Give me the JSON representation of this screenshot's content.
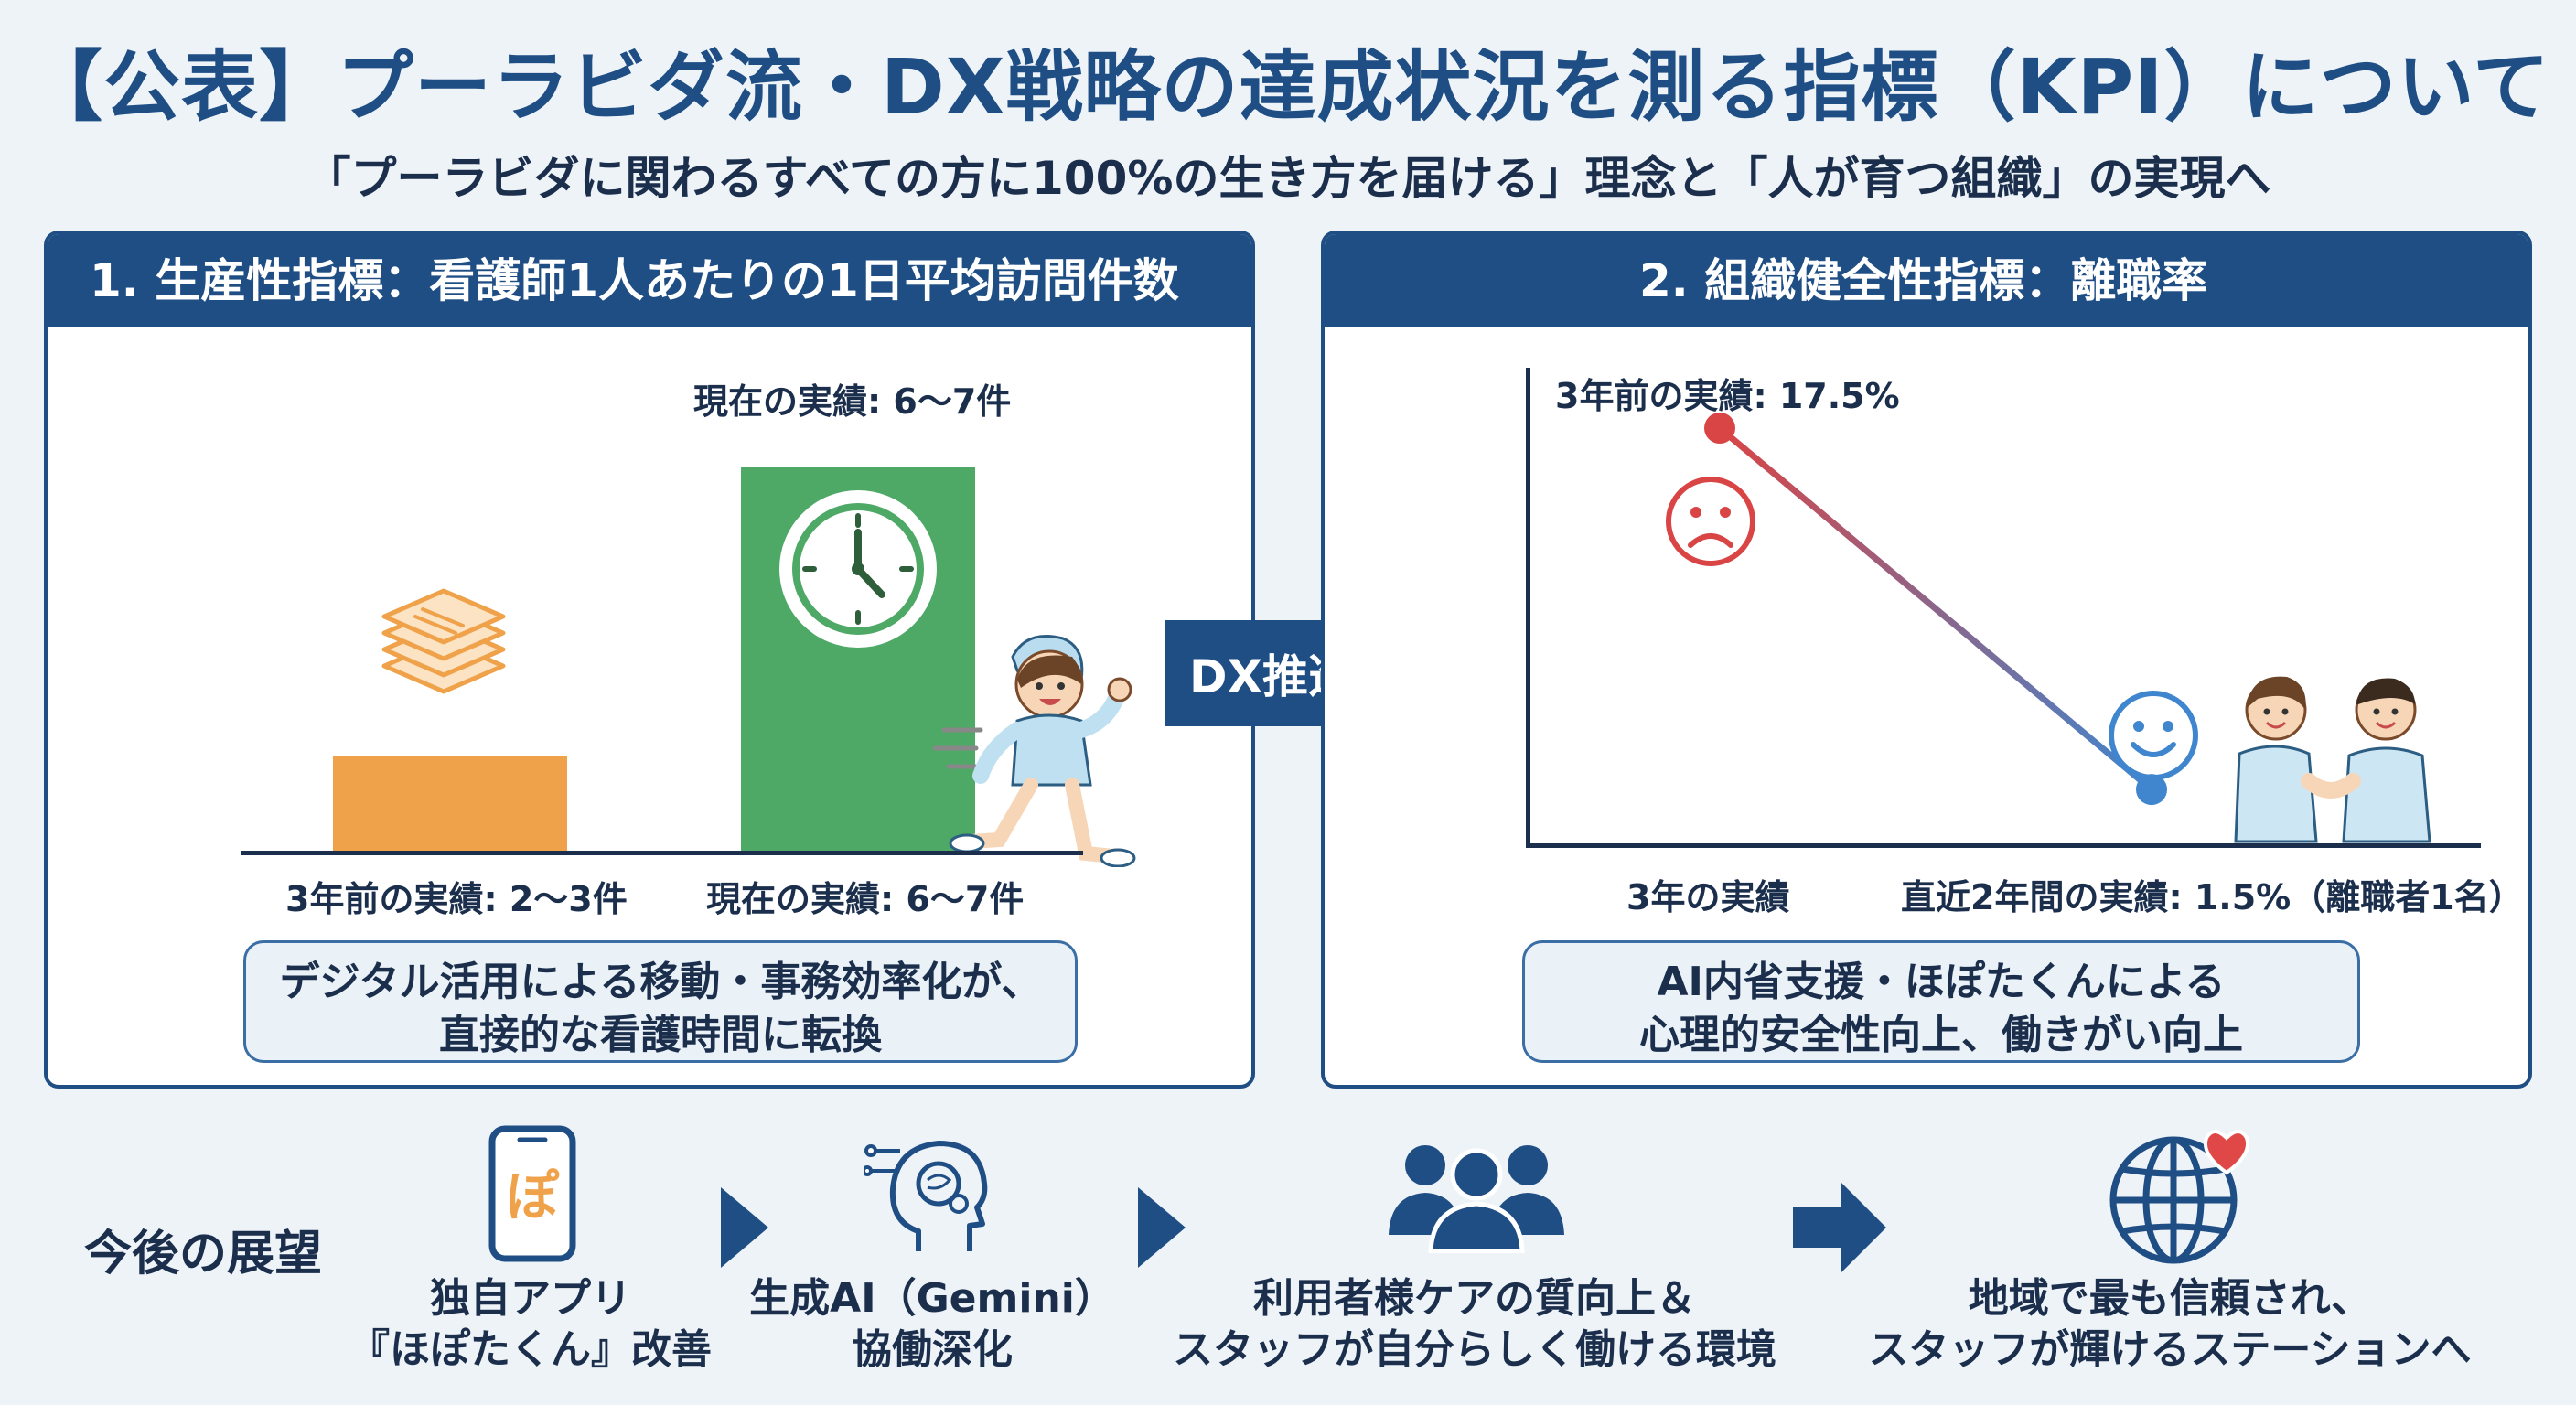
{
  "header": {
    "title": "【公表】プーラビダ流・DX戦略の達成状況を測る指標（KPI）について",
    "subtitle": "「プーラビダに関わるすべての方に100%の生き方を届ける」理念と「人が育つ組織」の実現へ"
  },
  "productivity": {
    "title": "1. 生産性指標：看護師1人あたりの1日平均訪問件数",
    "current_top_label": "現在の実績: 6〜7件",
    "past_label": "3年前の実績: 2〜3件",
    "current_label": "現在の実績: 6〜7件",
    "note_line1": "デジタル活用による移動・事務効率化が、",
    "note_line2": "直接的な看護時間に転換",
    "past_value": 2.5,
    "current_value": 6.5,
    "colors": {
      "past_bar": "#f0a24a",
      "current_bar": "#4ea866"
    },
    "icons": [
      "document-stack-icon",
      "clock-icon",
      "running-nurse-icon"
    ]
  },
  "dx": {
    "label": "DX推進"
  },
  "retention": {
    "title": "2. 組織健全性指標：離職率",
    "start_label": "3年前の実績: 17.5%",
    "x_label_start": "3年の実績",
    "x_label_end": "直近2年間の実績: 1.5%（離職者1名）",
    "note_line1": "AI内省支援・ほぽたくんによる",
    "note_line2": "心理的安全性向上、働きがい向上",
    "start_value": 17.5,
    "end_value": 1.5,
    "colors": {
      "start": "#d94545",
      "end": "#3f86cf"
    },
    "icons": [
      "sad-face-icon",
      "smile-face-icon",
      "handshake-staff-icon"
    ]
  },
  "outlook": {
    "title": "今後の展望",
    "steps": [
      {
        "icon": "smartphone-app-icon",
        "app_char": "ぽ",
        "line1": "独自アプリ",
        "line2": "『ほぽたくん』改善"
      },
      {
        "icon": "ai-brain-icon",
        "line1": "生成AI（Gemini）",
        "line2": "協働深化"
      },
      {
        "icon": "people-group-icon",
        "line1": "利用者様ケアの質向上＆",
        "line2": "スタッフが自分らしく働ける環境"
      },
      {
        "icon": "globe-heart-icon",
        "line1": "地域で最も信頼され、",
        "line2": "スタッフが輝けるステーションへ"
      }
    ],
    "colors": {
      "accent": "#1f4e85",
      "app": "#f0a24a",
      "heart": "#e04848"
    }
  }
}
